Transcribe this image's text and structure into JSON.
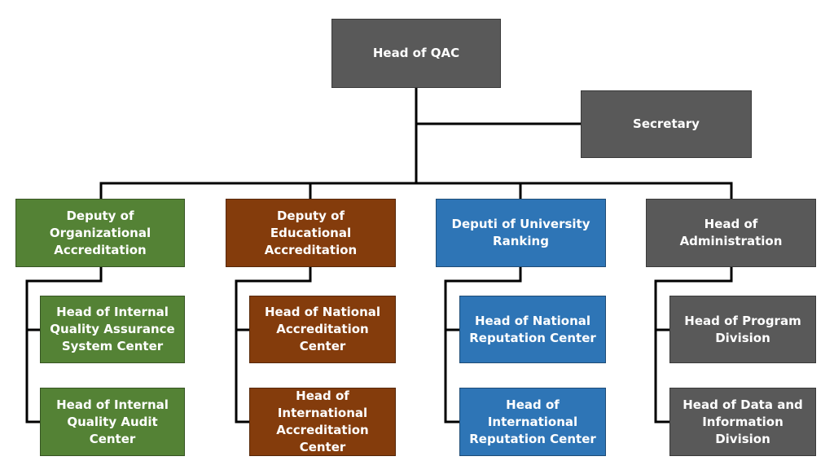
{
  "org_chart": {
    "head": {
      "label": "Head of QAC",
      "color": "#595959"
    },
    "secretary": {
      "label": "Secretary",
      "color": "#595959"
    },
    "deputies": [
      {
        "label": "Deputy of\nOrganizational\nAccreditation",
        "color": "#548235",
        "children": [
          "Head of Internal\nQuality Assurance\nSystem Center",
          "Head of Internal\nQuality Audit\nCenter"
        ]
      },
      {
        "label": "Deputy of\nEducational\nAccreditation",
        "color": "#843c0c",
        "children": [
          "Head of National\nAccreditation\nCenter",
          "Head of\nInternational\nAccreditation\nCenter"
        ]
      },
      {
        "label": "Deputi of University\nRanking",
        "color": "#2e75b6",
        "children": [
          "Head of National\nReputation Center",
          "Head of\nInternational\nReputation Center"
        ]
      },
      {
        "label": "Head of\nAdministration",
        "color": "#595959",
        "children": [
          "Head of Program\nDivision",
          "Head of Data and\nInformation\nDivision"
        ]
      }
    ]
  }
}
